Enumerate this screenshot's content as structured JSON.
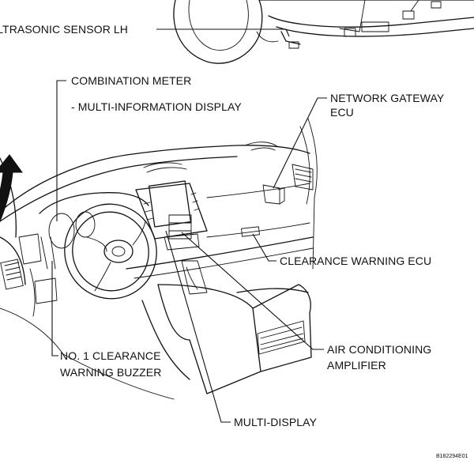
{
  "labels": {
    "ultrasonic_sensor_lh": "ULTRASONIC SENSOR LH",
    "combination_meter": "COMBINATION METER",
    "multi_information_display": "- MULTI-INFORMATION DISPLAY",
    "network_gateway_ecu_line1": "NETWORK GATEWAY",
    "network_gateway_ecu_line2": "ECU",
    "clearance_warning_ecu": "CLEARANCE WARNING ECU",
    "buzzer_line1": "NO. 1 CLEARANCE",
    "buzzer_line2": "WARNING BUZZER",
    "air_conditioning_line1": "AIR CONDITIONING",
    "air_conditioning_line2": "AMPLIFIER",
    "multi_display": "MULTI-DISPLAY"
  },
  "figure_ref": "B182294E01",
  "colors": {
    "ink": "#111111",
    "background": "#ffffff"
  }
}
